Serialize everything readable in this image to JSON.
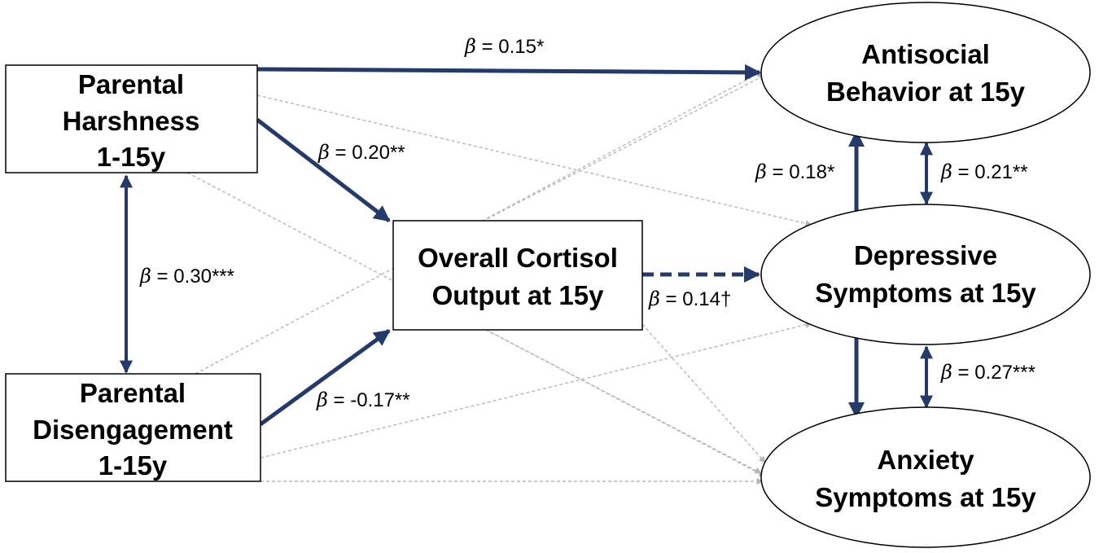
{
  "colors": {
    "path_strong": "#233a6b",
    "path_nonsig": "#b7b7b7",
    "node_stroke": "#000000",
    "background": "#ffffff"
  },
  "nodes": {
    "harshness": {
      "line1": "Parental",
      "line2": "Harshness",
      "line3": "1-15y"
    },
    "disengagement": {
      "line1": "Parental",
      "line2": "Disengagement",
      "line3": "1-15y"
    },
    "cortisol": {
      "line1": "Overall Cortisol",
      "line2": "Output at 15y"
    },
    "antisocial": {
      "line1": "Antisocial",
      "line2": "Behavior at 15y"
    },
    "depressive": {
      "line1": "Depressive",
      "line2": "Symptoms at 15y"
    },
    "anxiety": {
      "line1": "Anxiety",
      "line2": "Symptoms at 15y"
    }
  },
  "paths": {
    "beta_symbol": "β",
    "harshness_to_antisocial": " = 0.15*",
    "harshness_to_cortisol": " = 0.20**",
    "harshness_disengagement": " = 0.30***",
    "disengagement_to_cortisol": " = -0.17**",
    "cortisol_to_depressive": " = 0.14†",
    "depressive_to_antisocial": " = 0.18*",
    "antisocial_depressive_cov": " = 0.21**",
    "depressive_anxiety_cov": " = 0.27***"
  }
}
